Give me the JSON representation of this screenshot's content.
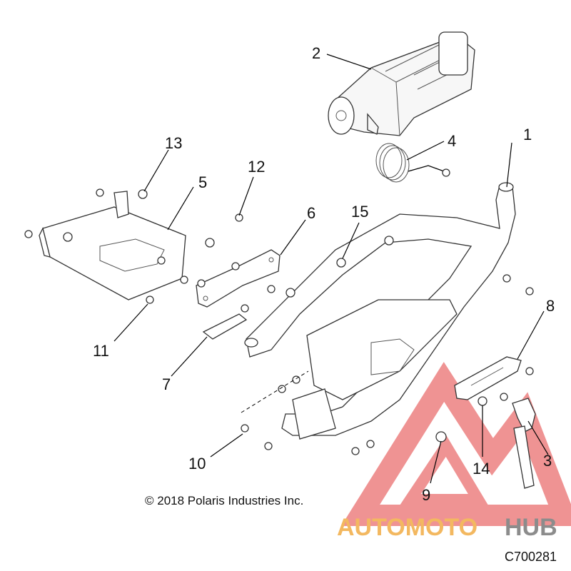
{
  "callouts": [
    {
      "id": "1",
      "text": "1"
    },
    {
      "id": "2",
      "text": "2"
    },
    {
      "id": "3",
      "text": "3"
    },
    {
      "id": "4",
      "text": "4"
    },
    {
      "id": "5",
      "text": "5"
    },
    {
      "id": "6",
      "text": "6"
    },
    {
      "id": "7",
      "text": "7"
    },
    {
      "id": "8",
      "text": "8"
    },
    {
      "id": "9",
      "text": "9"
    },
    {
      "id": "10",
      "text": "10"
    },
    {
      "id": "11",
      "text": "11"
    },
    {
      "id": "12",
      "text": "12"
    },
    {
      "id": "13",
      "text": "13"
    },
    {
      "id": "14",
      "text": "14"
    },
    {
      "id": "15",
      "text": "15"
    }
  ],
  "copyright": "© 2018 Polaris Industries Inc.",
  "diagram_code": "C700281",
  "watermark": {
    "part1": "AUTOMOTO",
    "part2": "HUB",
    "colors": {
      "logo": "#e23b3b",
      "accent": "#f3b860",
      "gray": "#8c8c8c"
    }
  }
}
